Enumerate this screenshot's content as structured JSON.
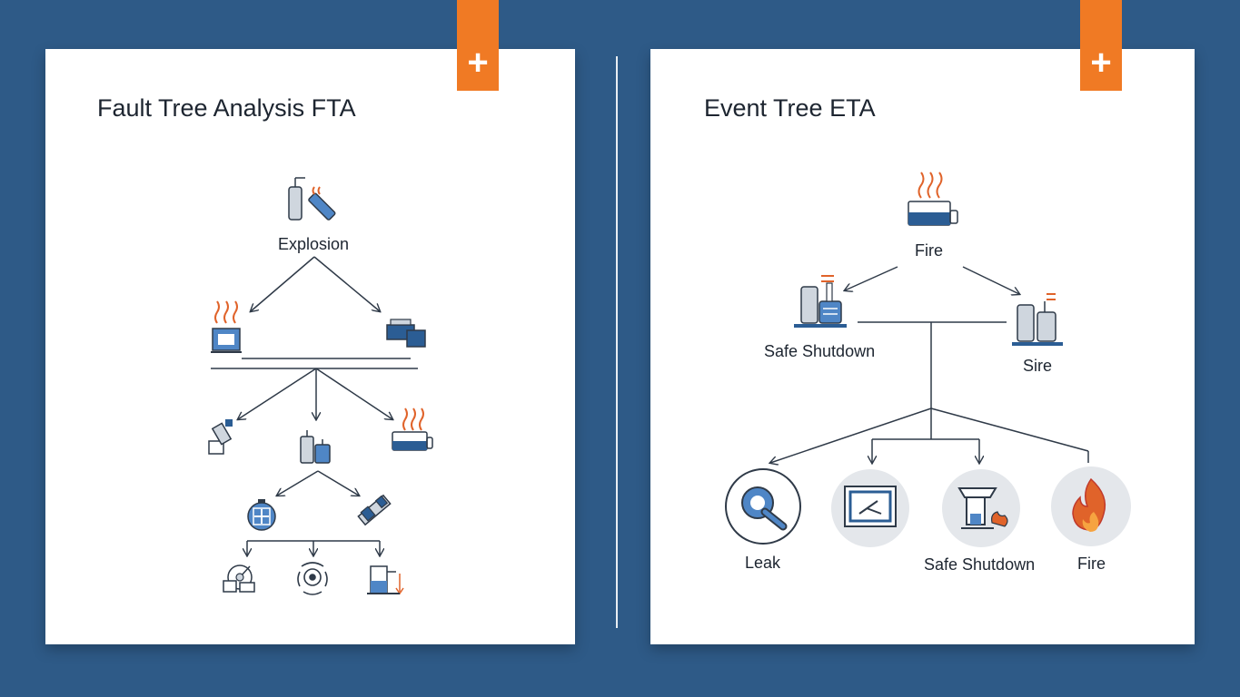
{
  "fta": {
    "add_label": "+",
    "title": "Fault Tree Analysis FTA",
    "top_event": "Explosion"
  },
  "eta": {
    "add_label": "+",
    "title": "Event Tree ETA",
    "initiating_event": "Fire",
    "branch_left": "Safe Shutdown",
    "branch_right": "Sire",
    "outcomes": [
      "Leak",
      "Safe Shutdown",
      "Fire"
    ]
  },
  "colors": {
    "background": "#2e5a87",
    "accent": "#f07a24",
    "icon_blue": "#2b5d94",
    "flame": "#e0632a"
  }
}
